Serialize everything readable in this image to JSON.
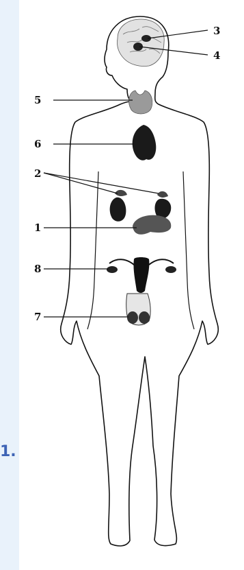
{
  "figure": {
    "side_number": "1.",
    "labels": {
      "l1": "1",
      "l2": "2",
      "l3": "3",
      "l4": "4",
      "l5": "5",
      "l6": "6",
      "l7": "7",
      "l8": "8"
    },
    "colors": {
      "background": "#e9f2fb",
      "paper": "#ffffff",
      "ink": "#111111",
      "side_number": "#3d63b5"
    }
  }
}
